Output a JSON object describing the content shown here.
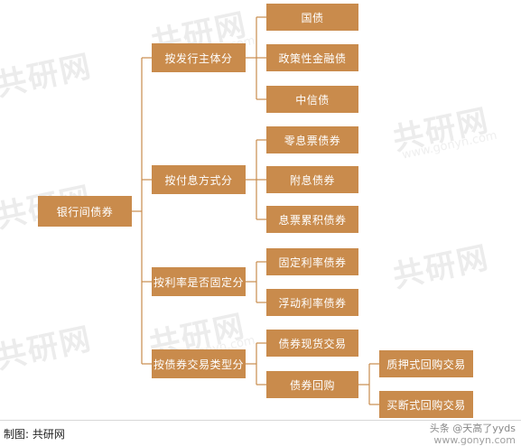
{
  "colors": {
    "node_fill": "#c98b4c",
    "connector": "#c98b4c",
    "text": "#ffffff"
  },
  "root": {
    "label": "银行间债券"
  },
  "categories": [
    {
      "label": "按发行主体分",
      "items": [
        {
          "label": "国债"
        },
        {
          "label": "政策性金融债"
        },
        {
          "label": "中信债"
        }
      ]
    },
    {
      "label": "按付息方式分",
      "items": [
        {
          "label": "零息票债券"
        },
        {
          "label": "附息债券"
        },
        {
          "label": "息票累积债券"
        }
      ]
    },
    {
      "label": "按利率是否固定分",
      "items": [
        {
          "label": "固定利率债券"
        },
        {
          "label": "浮动利率债券"
        }
      ]
    },
    {
      "label": "按债券交易类型分",
      "items": [
        {
          "label": "债券现货交易"
        },
        {
          "label": "债券回购"
        }
      ]
    }
  ],
  "subitems": [
    {
      "label": "质押式回购交易"
    },
    {
      "label": "买断式回购交易"
    }
  ],
  "watermark": {
    "brand": "共研网",
    "url": "www.gonyn.com"
  },
  "footer": {
    "source": "制图: 共研网"
  },
  "corner": {
    "handle": "头条 @天高了yyds",
    "url": "www.gonyn.com"
  }
}
